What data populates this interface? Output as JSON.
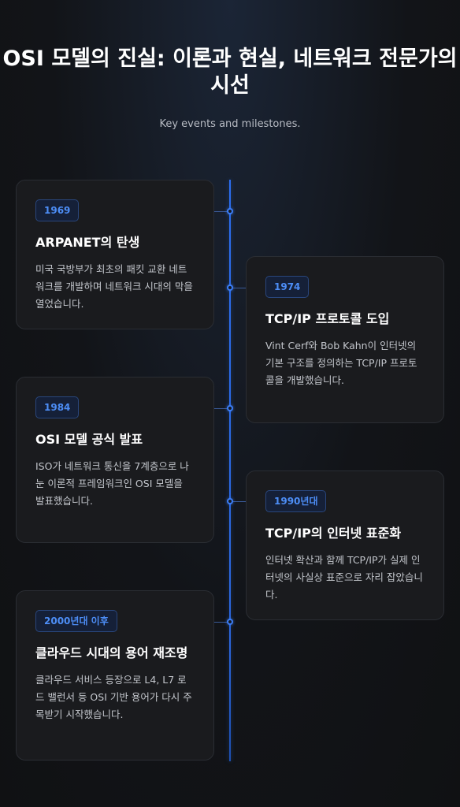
{
  "header": {
    "title": "OSI 모델의 진실: 이론과 현실, 네트워크 전문가의 시선",
    "subtitle": "Key events and milestones."
  },
  "events": [
    {
      "year": "1969",
      "title": "ARPANET의 탄생",
      "description": "미국 국방부가 최초의 패킷 교환 네트워크를 개발하며 네트워크 시대의 막을 열었습니다."
    },
    {
      "year": "1974",
      "title": "TCP/IP 프로토콜 도입",
      "description": "Vint Cerf와 Bob Kahn이 인터넷의 기본 구조를 정의하는 TCP/IP 프로토콜을 개발했습니다."
    },
    {
      "year": "1984",
      "title": "OSI 모델 공식 발표",
      "description": "ISO가 네트워크 통신을 7계층으로 나눈 이론적 프레임워크인 OSI 모델을 발표했습니다."
    },
    {
      "year": "1990년대",
      "title": "TCP/IP의 인터넷 표준화",
      "description": "인터넷 확산과 함께 TCP/IP가 실제 인터넷의 사실상 표준으로 자리 잡았습니다."
    },
    {
      "year": "2000년대 이후",
      "title": "클라우드 시대의 용어 재조명",
      "description": "클라우드 서비스 등장으로 L4, L7 로드 밸런서 등 OSI 기반 용어가 다시 주목받기 시작했습니다."
    }
  ],
  "colors": {
    "accent": "#3b7df6",
    "badge_text": "#4d8ef7",
    "card_bg": "#1a1b1e"
  }
}
